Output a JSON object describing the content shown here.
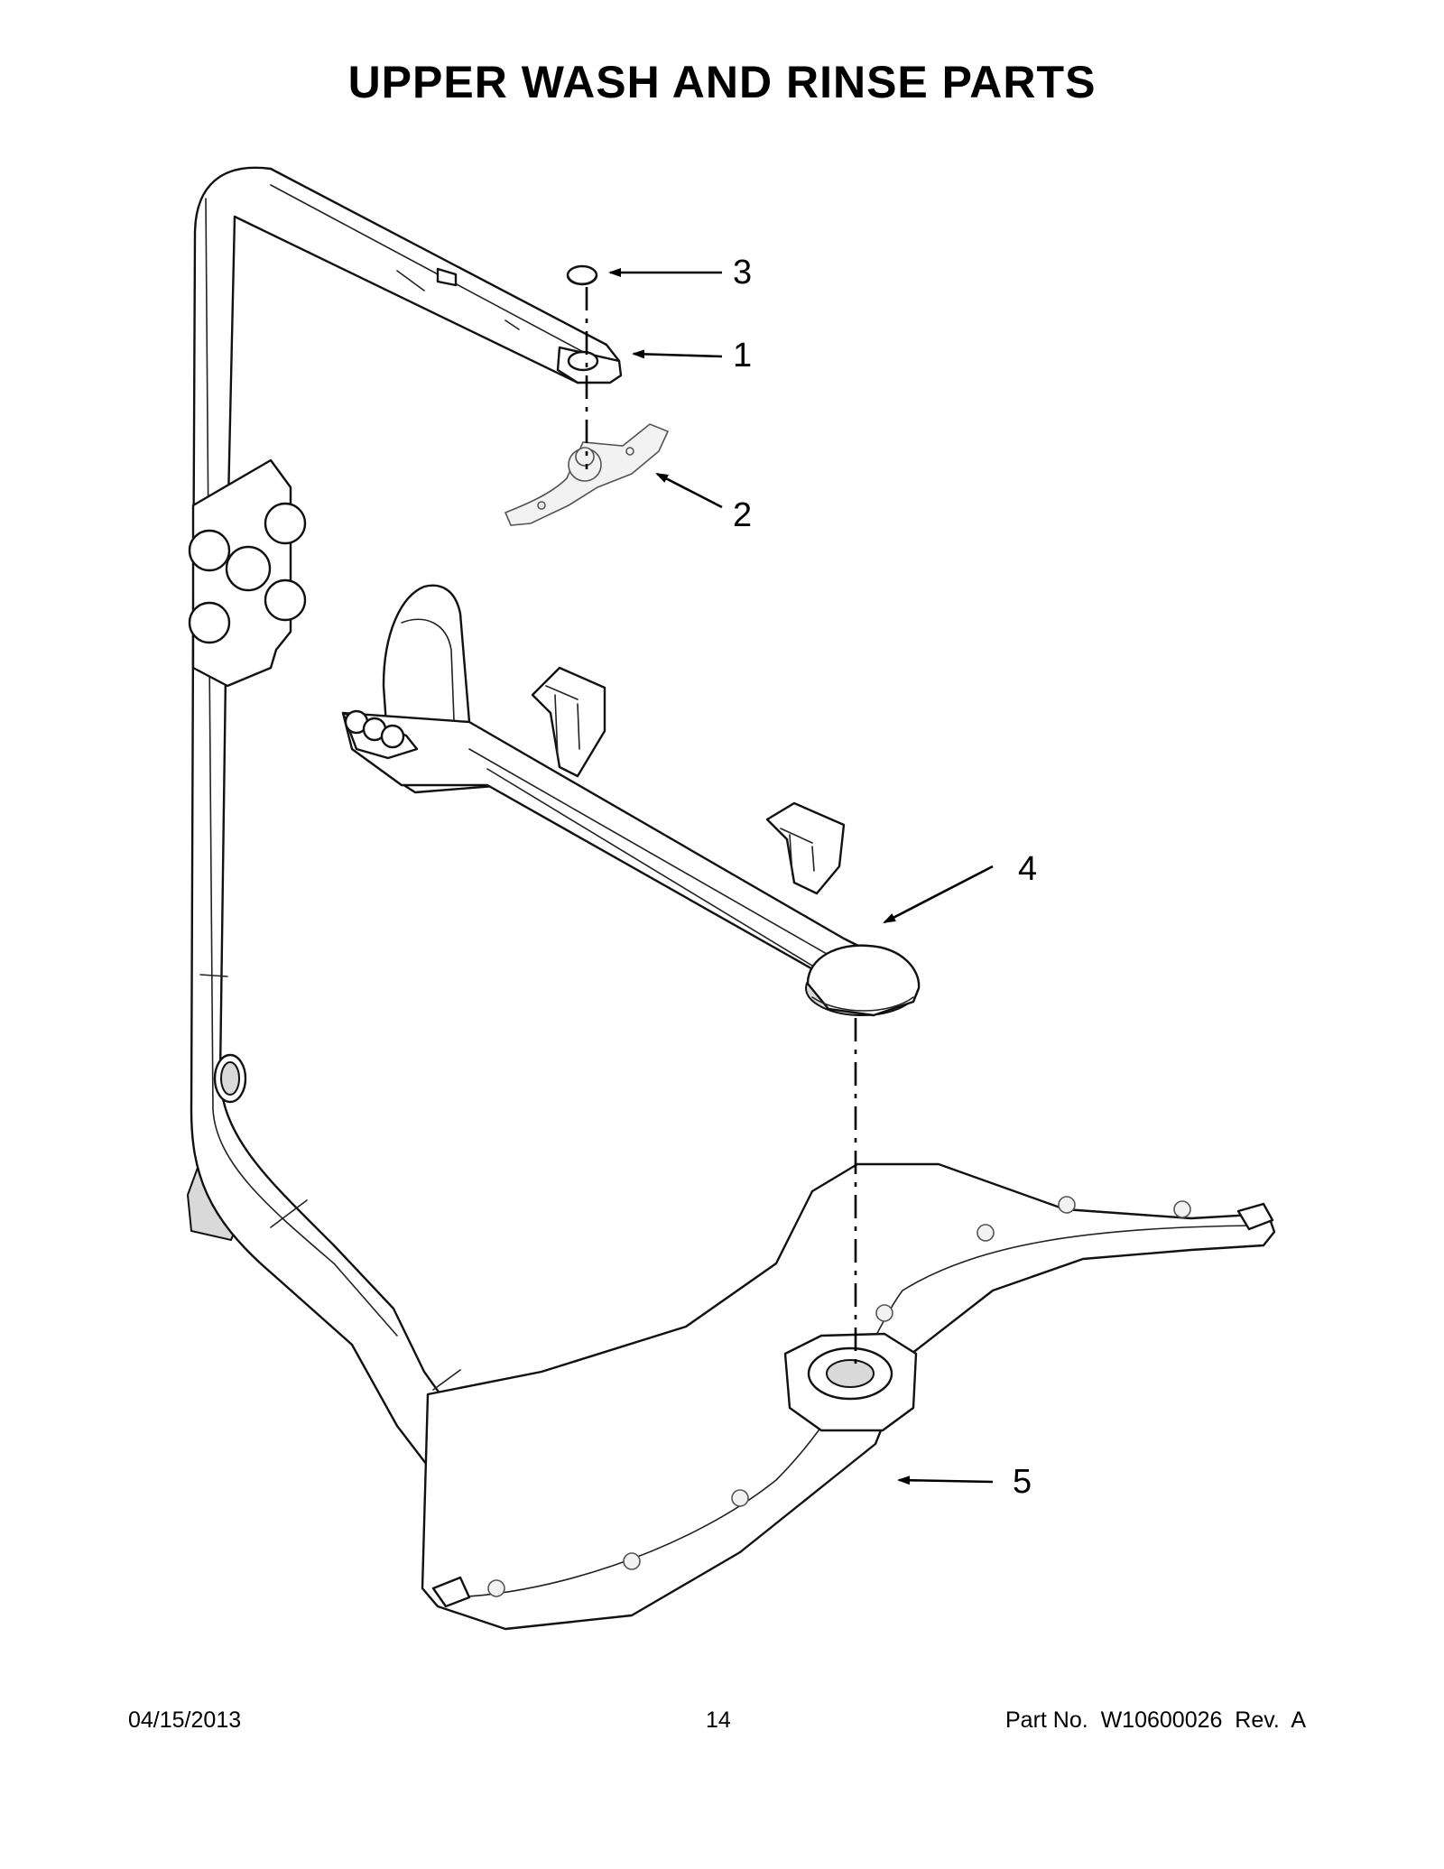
{
  "title": "UPPER WASH AND RINSE PARTS",
  "callouts": [
    "1",
    "2",
    "3",
    "4",
    "5"
  ],
  "footer": {
    "date": "04/15/2013",
    "page": "14",
    "part_number": "Part No.  W10600026  Rev.  A"
  }
}
